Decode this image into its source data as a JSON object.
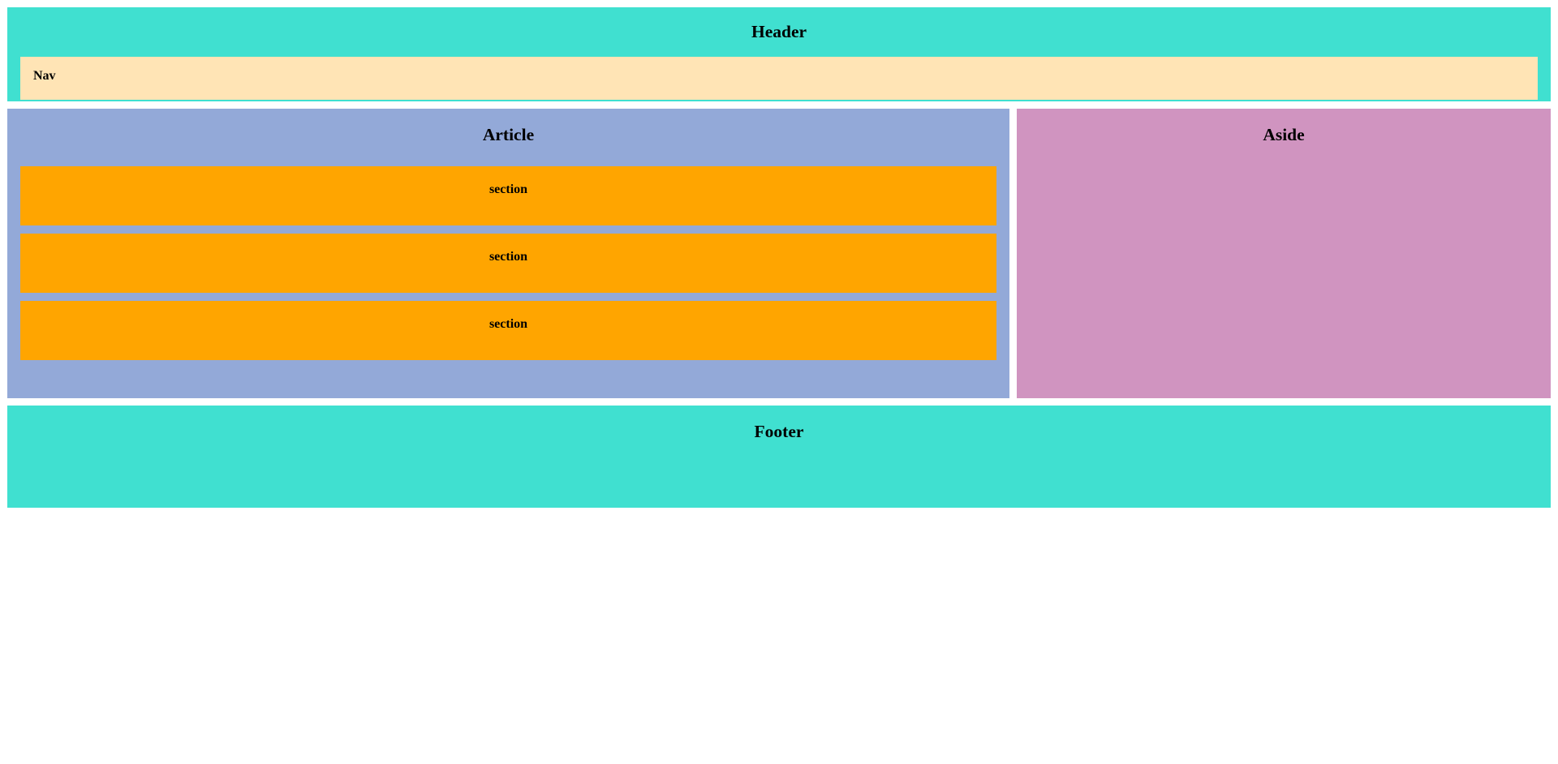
{
  "header": {
    "title": "Header",
    "background_color": "#40e0d0",
    "nav": {
      "title": "Nav",
      "background_color": "#ffe4b5"
    }
  },
  "main": {
    "article": {
      "title": "Article",
      "background_color": "#93a9d8",
      "sections": [
        {
          "title": "section",
          "background_color": "#ffa500"
        },
        {
          "title": "section",
          "background_color": "#ffa500"
        },
        {
          "title": "section",
          "background_color": "#ffa500"
        }
      ]
    },
    "aside": {
      "title": "Aside",
      "background_color": "#d094c0"
    }
  },
  "footer": {
    "title": "Footer",
    "background_color": "#40e0d0"
  }
}
